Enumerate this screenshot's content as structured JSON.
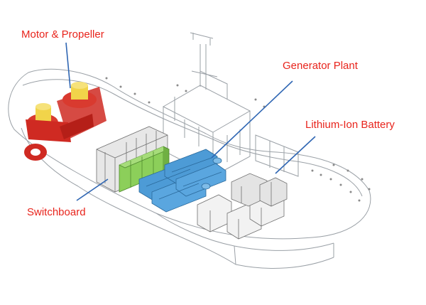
{
  "diagram": {
    "labels": {
      "motor_propeller": "Motor & Propeller",
      "generator_plant": "Generator Plant",
      "lithium_ion_battery": "Lithium-Ion Battery",
      "switchboard": "Switchboard"
    },
    "colors": {
      "label_text": "#e8241c",
      "leader_line": "#2f66b3",
      "hull_line": "#9aa0a6",
      "motor_red": "#cf2a22",
      "motor_yellow": "#f1d44a",
      "generator_blue": "#4d9bd6",
      "switchboard_green": "#8ccf5a",
      "cabinet_gray": "#e7e7e7"
    }
  }
}
